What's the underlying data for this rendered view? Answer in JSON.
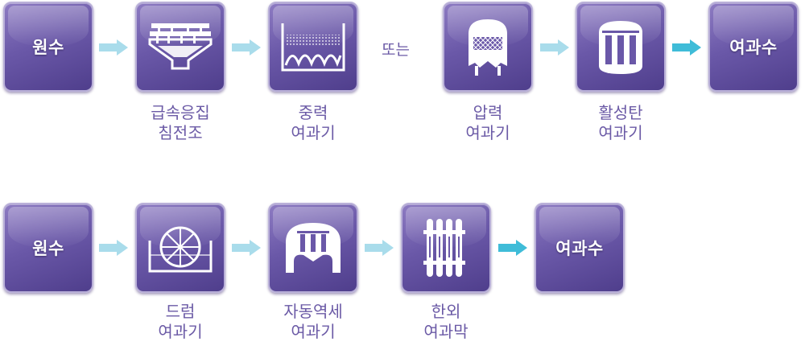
{
  "row1": {
    "source": "원수",
    "step1": {
      "line1": "급속응집",
      "line2": "침전조"
    },
    "step2": {
      "line1": "중력",
      "line2": "여과기"
    },
    "connector": "또는",
    "step3": {
      "line1": "압력",
      "line2": "여과기"
    },
    "step4": {
      "line1": "활성탄",
      "line2": "여과기"
    },
    "output": "여과수"
  },
  "row2": {
    "source": "원수",
    "step1": {
      "line1": "드럼",
      "line2": "여과기"
    },
    "step2": {
      "line1": "자동역세",
      "line2": "여과기"
    },
    "step3": {
      "line1": "한외",
      "line2": "여과막"
    },
    "output": "여과수"
  },
  "colors": {
    "tile": "#6a58a8",
    "label": "#6b5aa6",
    "arrow_light": "#a9dceb",
    "arrow_dark": "#3fbcd8"
  }
}
